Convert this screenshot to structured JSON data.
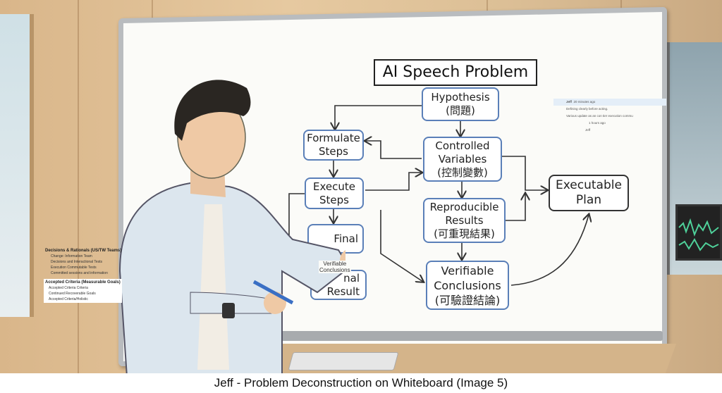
{
  "whiteboard": {
    "title": "AI Speech Problem",
    "boxes": {
      "hypothesis": [
        "Hypothesis",
        "(問題)"
      ],
      "formulate": [
        "Formulate",
        "Steps"
      ],
      "controlled": [
        "Controlled",
        "Variables",
        "(控制變數)"
      ],
      "execute": [
        "Execute",
        "Steps"
      ],
      "executable": [
        "Executable",
        "Plan"
      ],
      "reproducible": [
        "Reproducible",
        "Results",
        "(可重現結果)"
      ],
      "final": [
        "Final"
      ],
      "verifiable_small": [
        "Verifiable",
        "Conclusions"
      ],
      "final_result": [
        "nal",
        "Result"
      ],
      "verifiable": [
        "Verifiable",
        "Conclusions",
        "(可驗證結論)"
      ]
    }
  },
  "overlay_left": {
    "heading1": "Decisions & Rationals (US/TW Teams)",
    "items1": [
      "Change: Information Team",
      "Decisions and Interactional Tests",
      "Execution Commutable Tests",
      "Committed sessions and information"
    ],
    "heading2": "Accepted Criteria (Measurable Goals)",
    "items2": [
      "Accepted Criteria Criteria",
      "Continued Recoverable Goals",
      "Accepted Criteria/Holistic"
    ]
  },
  "comments": {
    "c1_author": "Jeff",
    "c1_time": "20 minutes ago",
    "c1_line1": "Defining clearly before acting.",
    "c1_line2": "Various update as an con tier execution commu",
    "c2_time": "1 hours ago",
    "c3_author": "Jeff"
  },
  "caption": "Jeff - Problem Deconstruction on Whiteboard (Image 5)"
}
